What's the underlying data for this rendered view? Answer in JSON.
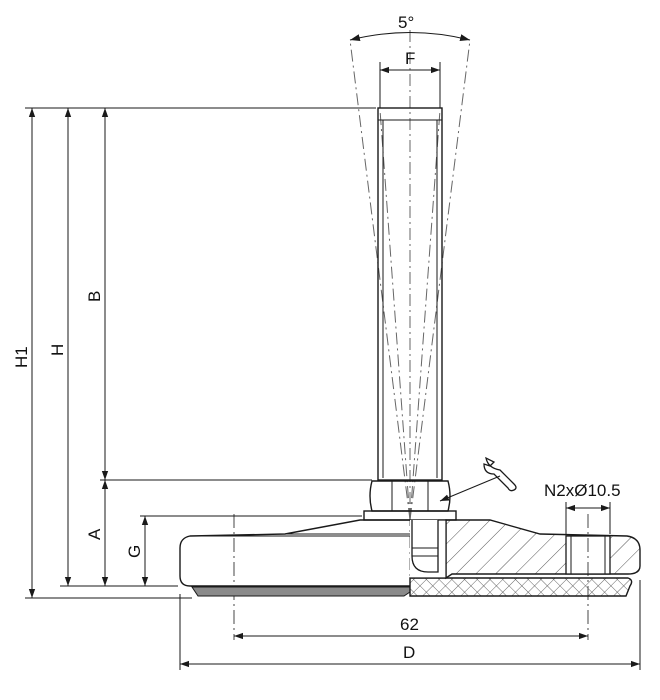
{
  "labels": {
    "angle": "5°",
    "F": "F",
    "B": "B",
    "H1": "H1",
    "H": "H",
    "A": "A",
    "G": "G",
    "holes": "N2xØ10.5",
    "dim_62": "62",
    "D": "D"
  },
  "colors": {
    "line": "#1a1a1a",
    "hatch": "#555555",
    "pad": "#8a8a8a",
    "background": "#ffffff"
  },
  "icons": {
    "wrench": "wrench-icon"
  }
}
